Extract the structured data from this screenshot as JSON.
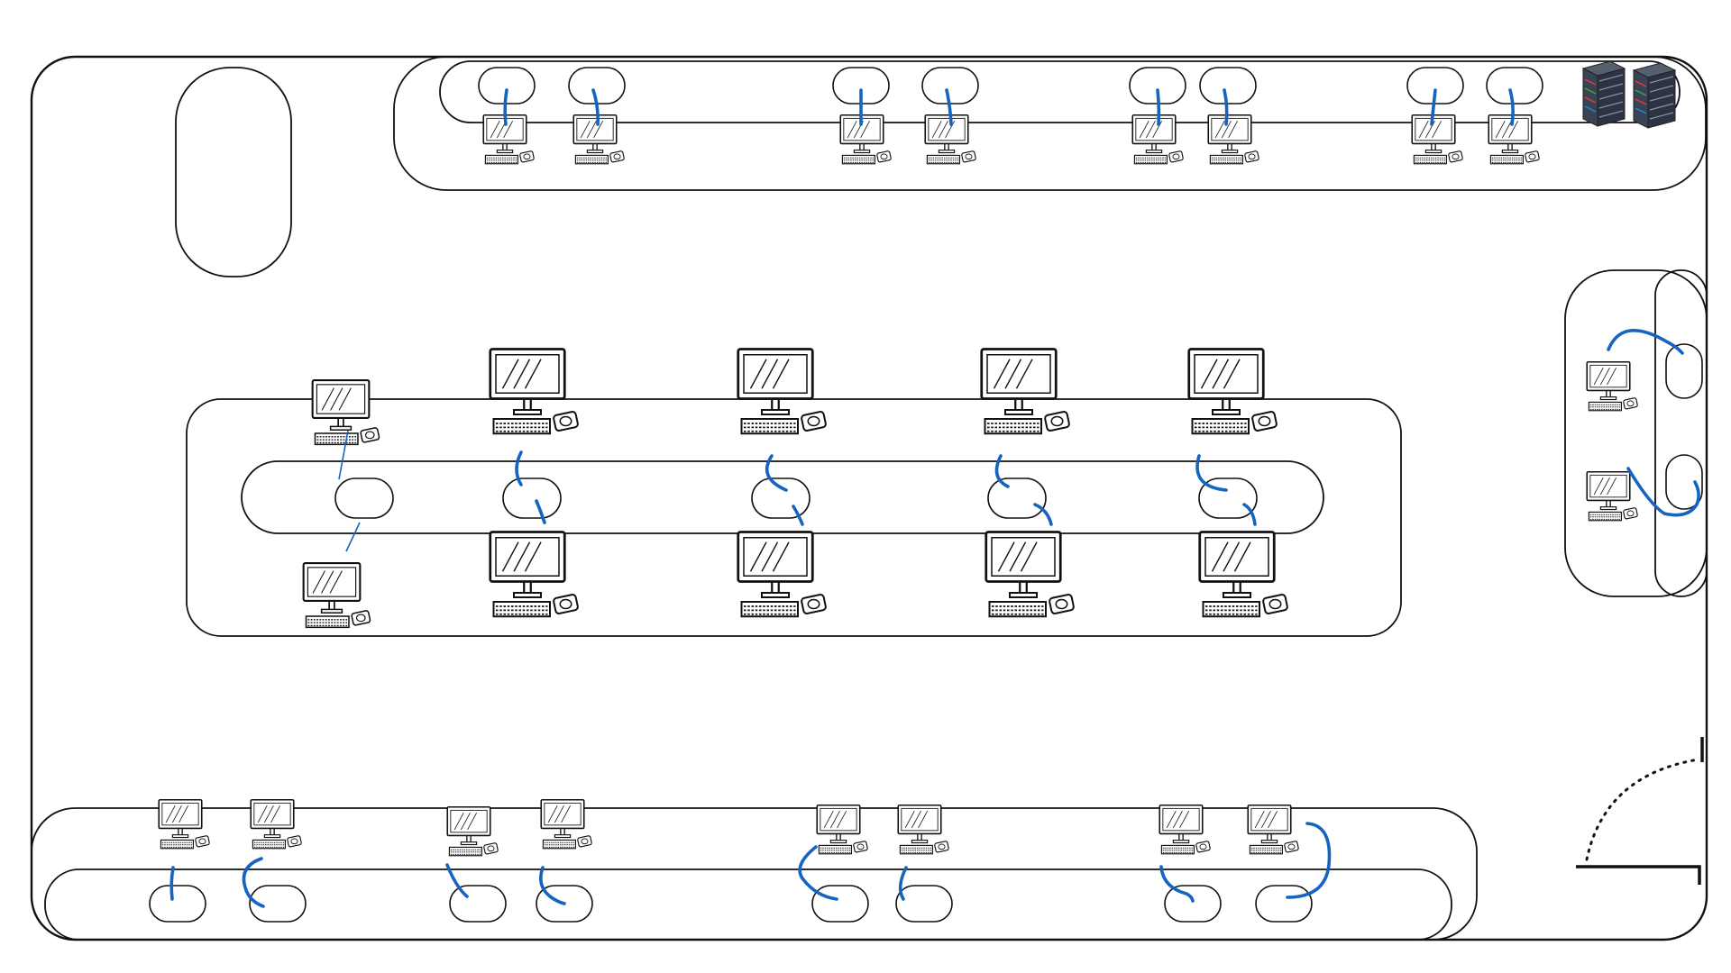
{
  "diagram": {
    "type": "network-floor-plan",
    "labels": [],
    "icons": [
      "workstation-icon",
      "network-outlet",
      "server-rack-icon",
      "network-cable",
      "door"
    ],
    "colors": {
      "cable": "#1565c0",
      "outline": "#111111",
      "server_body": "#3a4354",
      "server_lights": "#e53935"
    },
    "zones": [
      {
        "name": "top-desk-row",
        "workstations": 8,
        "outlets": 8
      },
      {
        "name": "center-island",
        "workstations": 10,
        "outlets": 5
      },
      {
        "name": "right-wall-desk",
        "workstations": 2,
        "outlets": 2
      },
      {
        "name": "bottom-desk-row",
        "workstations": 8,
        "outlets": 8
      }
    ],
    "server_racks": 2
  }
}
